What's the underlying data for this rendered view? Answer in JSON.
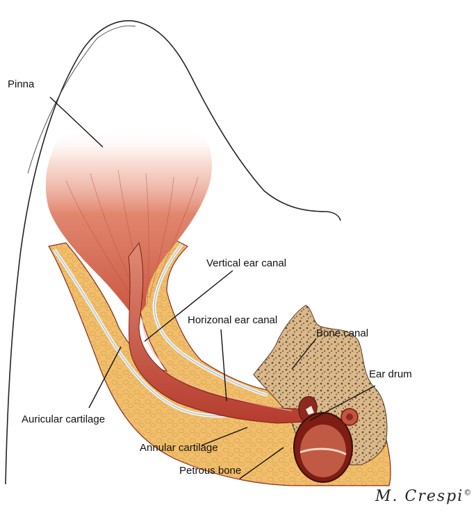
{
  "labels": {
    "pinna": "Pinna",
    "vertical_canal": "Vertical ear canal",
    "horizontal_canal": "Horizonal ear canal",
    "bone_canal": "Bone canal",
    "ear_drum": "Ear drum",
    "auricular_cartilage": "Auricular cartilage",
    "annular_cartilage": "Annular cartilage",
    "petrous_bone": "Petrous bone"
  },
  "signature": "M. Crespi",
  "signature_mark": "©",
  "colors": {
    "skin_outline": "#222222",
    "fat_tissue": "#f2c170",
    "canal_red": "#c8483a",
    "canal_light": "#e58e7a",
    "cartilage": "#e8eef2",
    "bone": "#a0764f",
    "bone_dark": "#6e4a2c"
  }
}
